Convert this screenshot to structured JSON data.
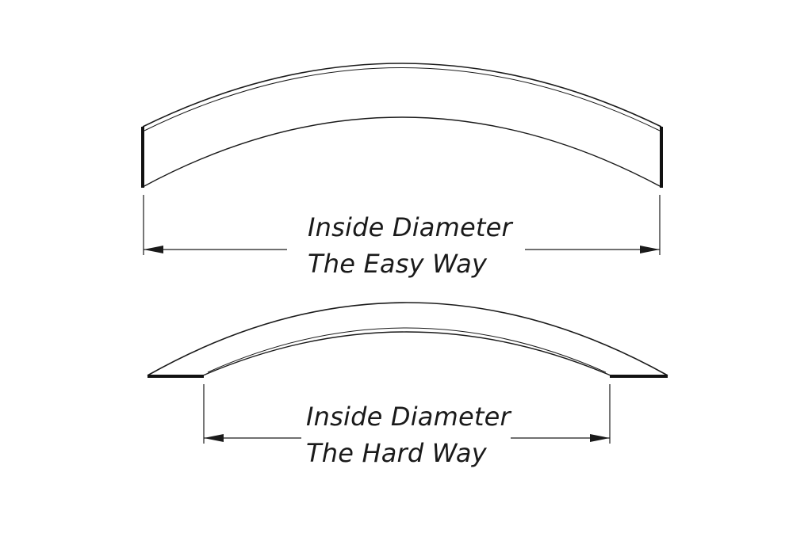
{
  "colors": {
    "background": "#ffffff",
    "stroke": "#1a1a1a"
  },
  "figures": [
    {
      "id": "easy",
      "title_line1": "Inside Diameter",
      "title_line2": "The Easy Way"
    },
    {
      "id": "hard",
      "title_line1": "Inside Diameter",
      "title_line2": "The Hard Way"
    }
  ]
}
